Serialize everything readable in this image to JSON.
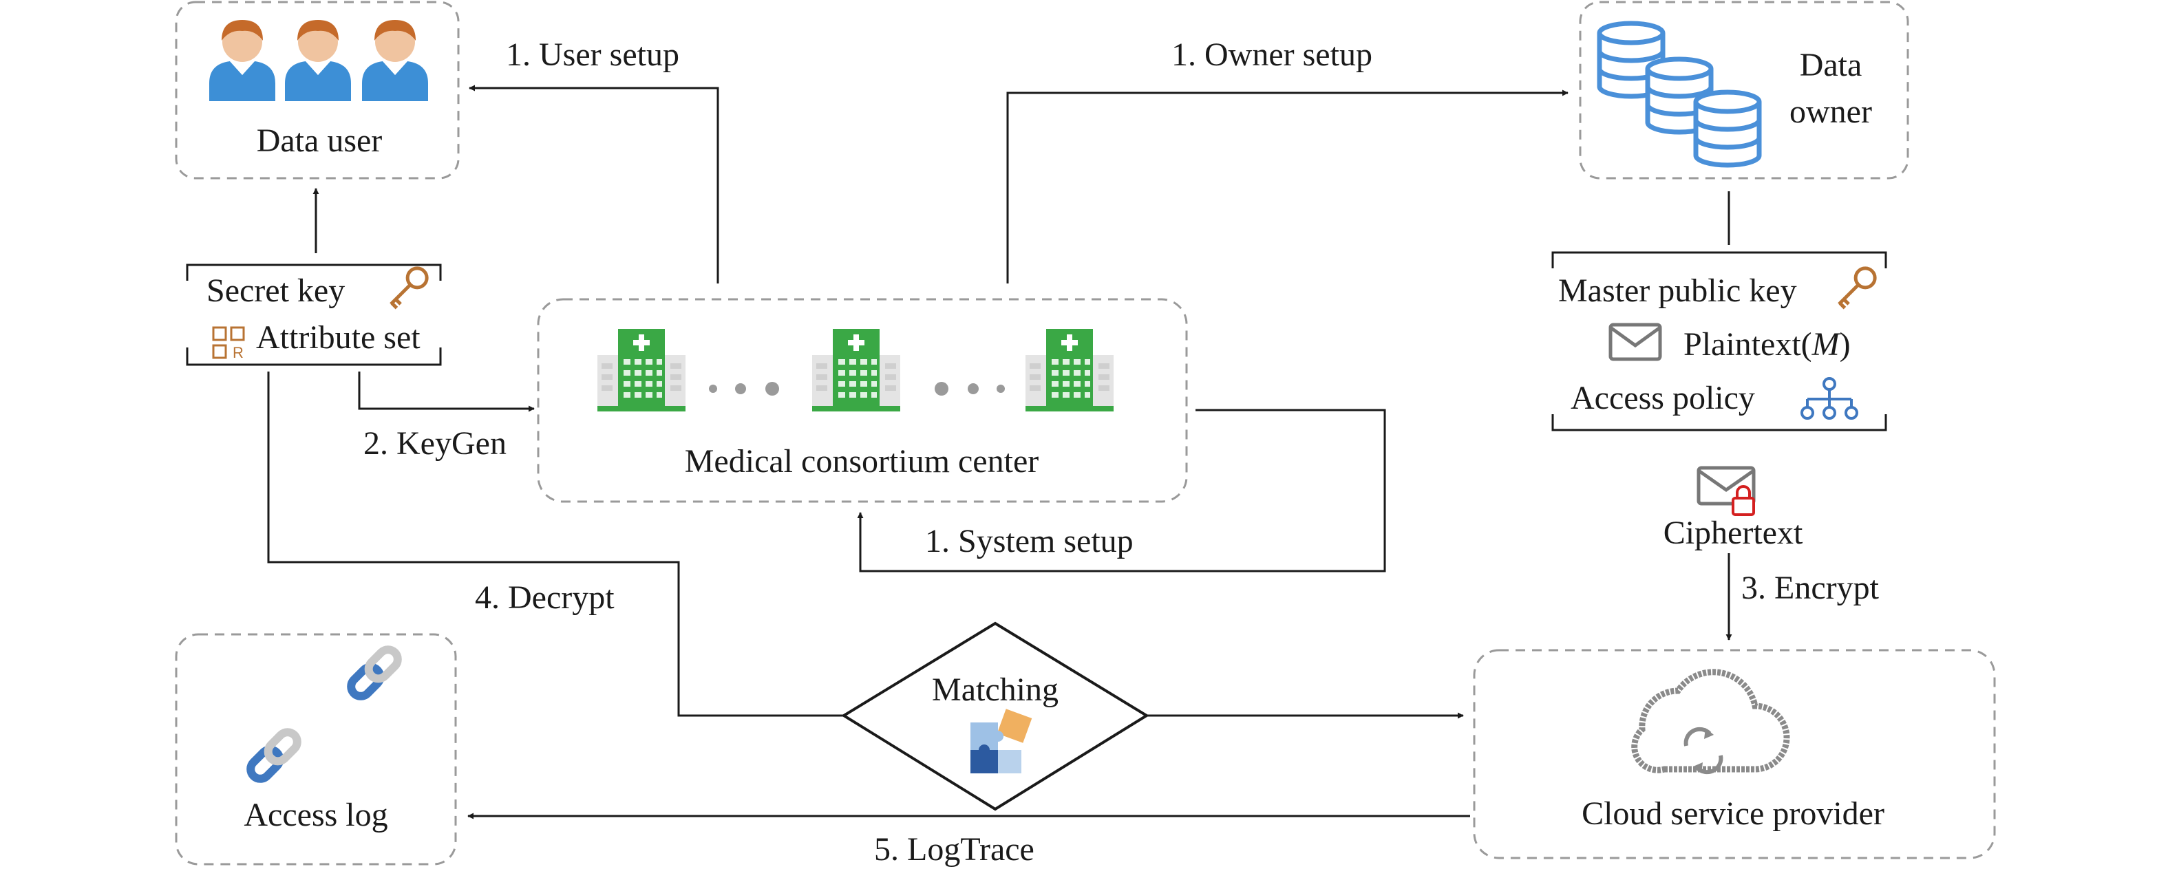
{
  "nodes": {
    "data_user": "Data user",
    "data_owner_line1": "Data",
    "data_owner_line2": "owner",
    "medical_center": "Medical consortium center",
    "cloud_provider": "Cloud service provider",
    "access_log": "Access log",
    "matching": "Matching",
    "ciphertext": "Ciphertext"
  },
  "user_keys": {
    "secret_key": "Secret key",
    "attribute_set": "Attribute set"
  },
  "owner_items": {
    "master_public_key": "Master public key",
    "plaintext": "Plaintext(",
    "plaintext_var": "M",
    "plaintext_close": ")",
    "access_policy": "Access policy"
  },
  "edges": {
    "user_setup": "1. User setup",
    "owner_setup": "1. Owner setup",
    "system_setup": "1. System setup",
    "keygen": "2. KeyGen",
    "encrypt": "3. Encrypt",
    "decrypt": "4. Decrypt",
    "logtrace": "5. LogTrace"
  },
  "colors": {
    "hospital_green": "#3aa845",
    "db_blue": "#4a90d9",
    "person_blue": "#3d8fd6",
    "skin": "#f0c4a0",
    "hair": "#c56a2a",
    "key_brown": "#b87333",
    "lock_red": "#d42020",
    "link_blue": "#3f78c0",
    "link_gray": "#c8c8c8",
    "cloud_gray": "#8a8a8a"
  }
}
